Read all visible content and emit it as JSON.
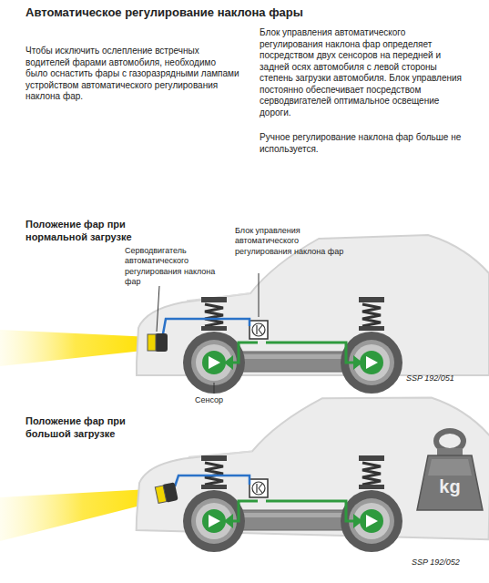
{
  "diagram": {
    "title": "Автоматическое регулирование наклона фары",
    "nodes": [
      {
        "text": [
          "kg"
        ]
      }
    ],
    "labels": [
      "Чтобы исключить ослепление встречных водителей фарами автомобиля, необходимо было оснастить фары с газоразрядными лампами устройством автоматического регулирования наклона фар.",
      "Блок управления автоматического регулирования наклона фар определяет посредством двух сенсоров на передней и задней осях автомобиля с левой стороны степень загрузки автомобиля. Блок управления постоянно обеспечивает посредством серводвигателей оптимальное освещение дороги.",
      "Ручное регулирование наклона фар больше не используется.",
      "Положение фар при нормальной загрузке",
      "Блок управления автоматического регулирования наклона фар",
      "Серводвигатель автоматического регулирования наклона фар",
      "SSP 192/051",
      "Сенсор",
      "Положение фар при большой загрузке",
      "SSP 192/052"
    ]
  }
}
